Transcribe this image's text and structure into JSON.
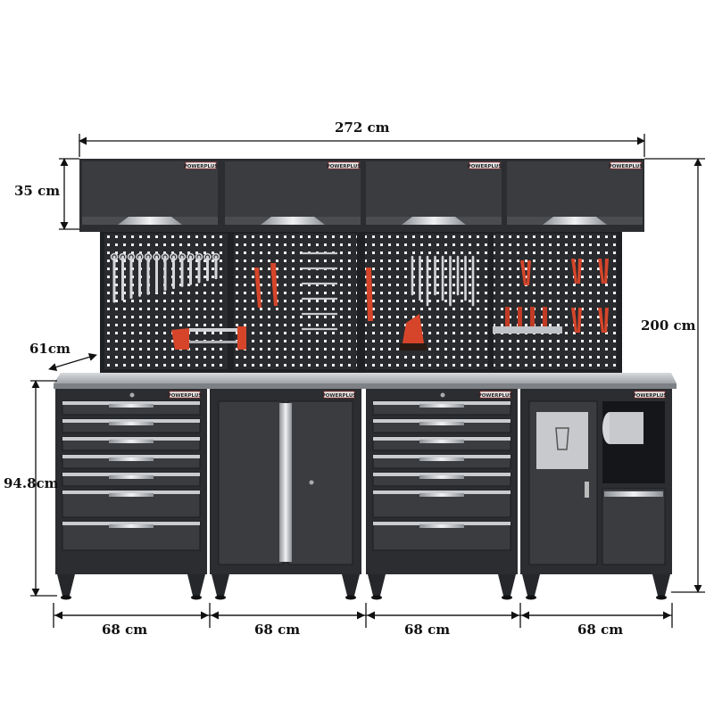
{
  "dimensions": {
    "total_width": "272 cm",
    "cabinet_height": "35 cm",
    "total_height": "200 cm",
    "depth": "61cm",
    "base_height": "94.8cm",
    "module_widths": [
      "68 cm",
      "68 cm",
      "68 cm",
      "68 cm"
    ]
  },
  "branding": {
    "badge_text": "POWERPLUS"
  },
  "colors": {
    "cabinet_body": "#2b2d30",
    "cabinet_face": "#3a3c40",
    "panel_bg": "#1f2023",
    "pegboard": "#2a2b2e",
    "steel_top": "#b9bcc0",
    "handle": "#c9cbce",
    "tool_red": "#d6452a",
    "dimension_line": "#111111"
  }
}
